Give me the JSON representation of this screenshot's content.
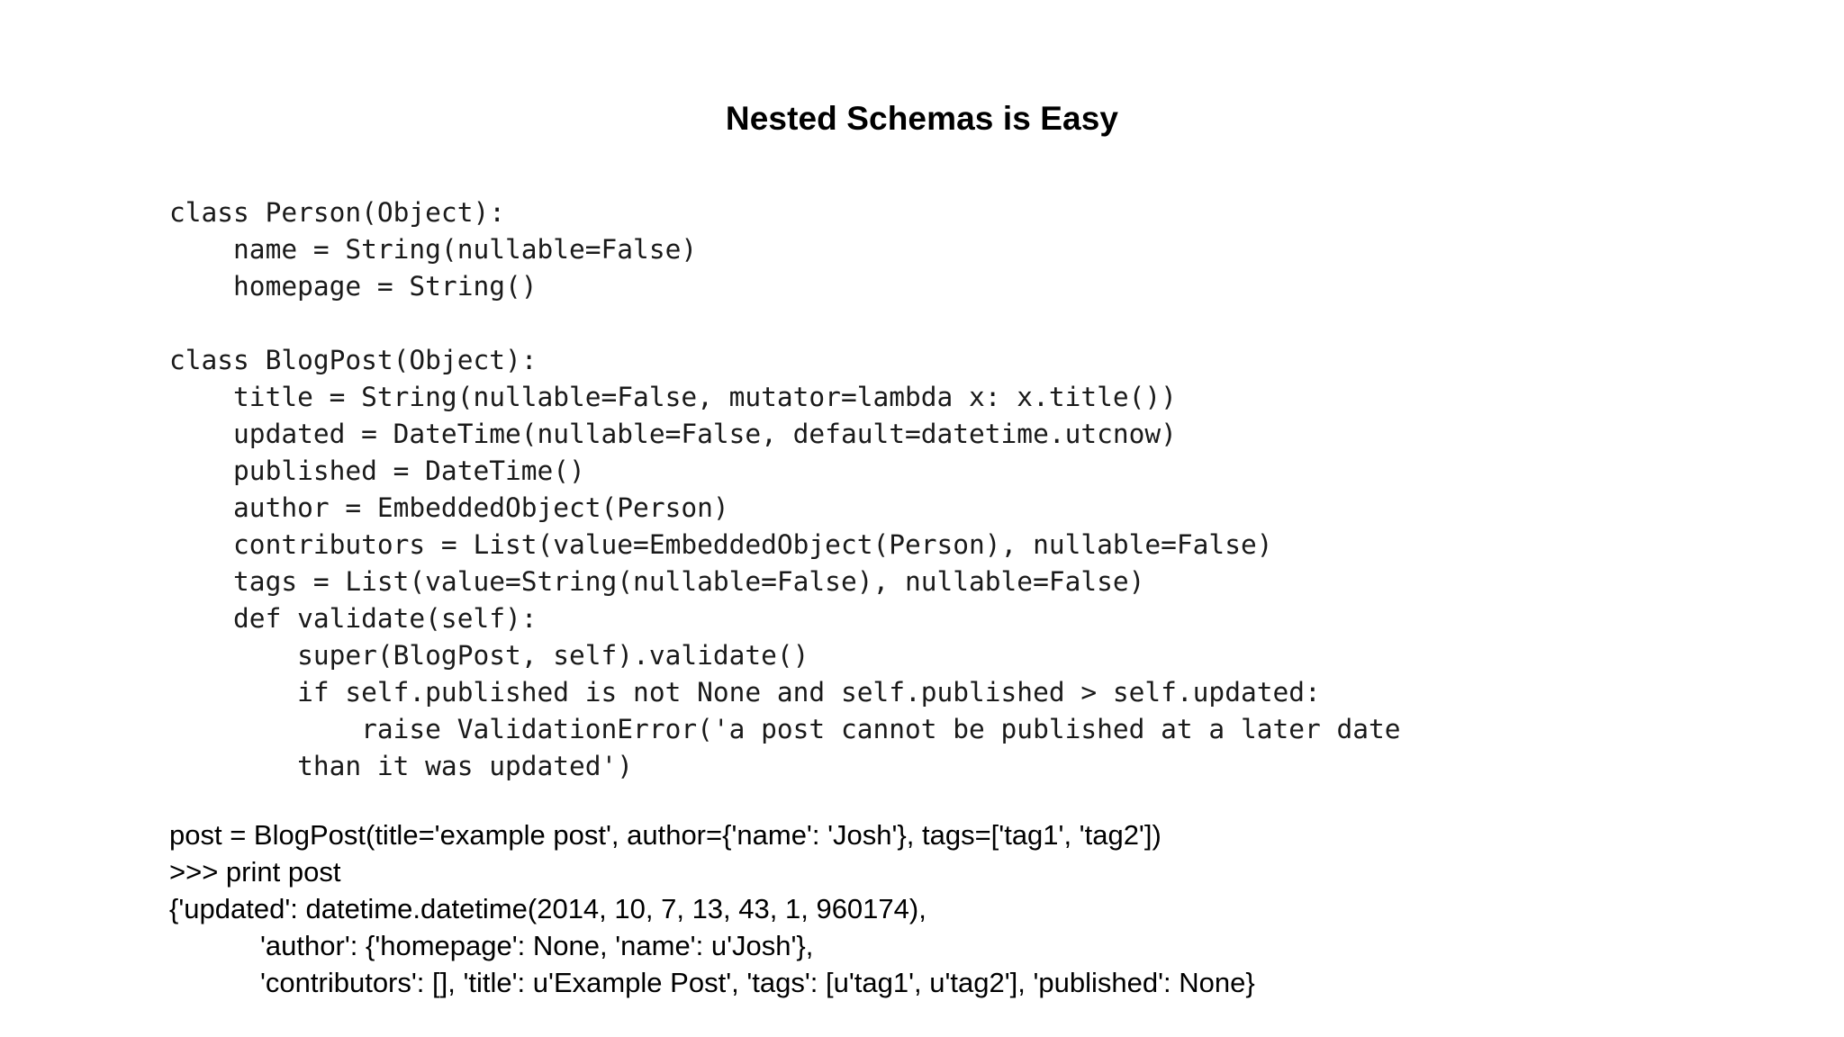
{
  "slide": {
    "title": "Nested Schemas is Easy",
    "background_color": "#ffffff",
    "text_color": "#000000"
  },
  "code": {
    "language": "python",
    "lines": [
      "class Person(Object):",
      "    name = String(nullable=False)",
      "    homepage = String()",
      "",
      "class BlogPost(Object):",
      "    title = String(nullable=False, mutator=lambda x: x.title())",
      "    updated = DateTime(nullable=False, default=datetime.utcnow)",
      "    published = DateTime()",
      "    author = EmbeddedObject(Person)",
      "    contributors = List(value=EmbeddedObject(Person), nullable=False)",
      "    tags = List(value=String(nullable=False), nullable=False)",
      "    def validate(self):",
      "        super(BlogPost, self).validate()",
      "        if self.published is not None and self.published > self.updated:",
      "            raise ValidationError('a post cannot be published at a later date",
      "        than it was updated')"
    ]
  },
  "repl": {
    "lines": [
      {
        "text": "post = BlogPost(title='example post', author={'name': 'Josh'}, tags=['tag1', 'tag2'])",
        "indent": false
      },
      {
        "text": ">>> print post",
        "indent": false
      },
      {
        "text": "{'updated': datetime.datetime(2014, 10, 7, 13, 43, 1, 960174),",
        "indent": false
      },
      {
        "text": "'author': {'homepage': None, 'name': u'Josh'},",
        "indent": true
      },
      {
        "text": "'contributors': [], 'title': u'Example Post', 'tags': [u'tag1', u'tag2'], 'published': None}",
        "indent": true
      }
    ]
  }
}
